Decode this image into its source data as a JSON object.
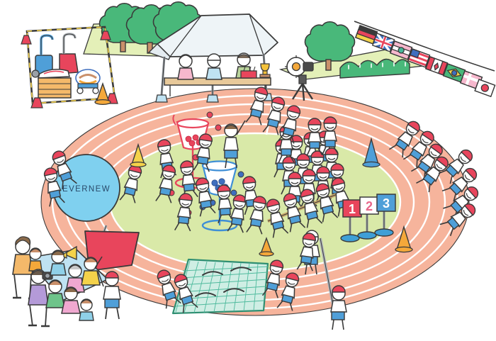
{
  "scene": {
    "title": "School Sports Day (Undokai) Illustration",
    "background_color": "#ffffff",
    "track_color": "#f6b49c",
    "track_line_color": "#ffffff",
    "infield_color": "#d9e9a8",
    "lawn_color": "#e4f0b8",
    "outline_color": "#3a3a3a"
  },
  "branding": {
    "ball_label": "EVERNEW",
    "ball_color": "#7fd0ef"
  },
  "rank_flags": [
    {
      "label": "1",
      "flag_color": "#e8455c",
      "text_color": "#ffffff",
      "pole_color": "#9aa0a6",
      "base_color": "#3f9fd6"
    },
    {
      "label": "2",
      "flag_color": "#ffffff",
      "text_color": "#e8678a",
      "pole_color": "#9aa0a6",
      "base_color": "#3f9fd6"
    },
    {
      "label": "3",
      "flag_color": "#4f9fd8",
      "text_color": "#ffffff",
      "pole_color": "#9aa0a6",
      "base_color": "#3f9fd6"
    }
  ],
  "bunting": {
    "name": "international-flag-bunting",
    "flags": [
      {
        "country": "Germany",
        "colors": [
          "#3a3a3a",
          "#e8455c",
          "#f4d24a"
        ]
      },
      {
        "country": "United Kingdom",
        "colors": [
          "#3f6fbf",
          "#ffffff",
          "#e8455c"
        ]
      },
      {
        "country": "India",
        "colors": [
          "#f6b8cd",
          "#ffffff",
          "#49b89a"
        ]
      },
      {
        "country": "United States",
        "colors": [
          "#e8455c",
          "#ffffff",
          "#3f6fbf"
        ]
      },
      {
        "country": "Canada",
        "colors": [
          "#ffffff",
          "#e8455c"
        ]
      },
      {
        "country": "Brazil",
        "colors": [
          "#49b87a",
          "#f4d24a",
          "#3f6fbf"
        ]
      },
      {
        "country": "Greece",
        "colors": [
          "#f6b8cd",
          "#ffffff"
        ]
      },
      {
        "country": "Japan",
        "colors": [
          "#ffffff",
          "#e8455c"
        ]
      }
    ]
  },
  "tent": {
    "name": "judges-tent",
    "canopy_color": "#eef4f7",
    "table_color": "#e8c99a",
    "staff_count": 3,
    "items_on_table": [
      "trophy",
      "medal-box",
      "ribbons"
    ]
  },
  "equipment_area": {
    "name": "equipment-storage",
    "items": [
      "line-marker-blue",
      "line-marker-red",
      "vaulting-box",
      "equipment-cart"
    ],
    "tape_color": "#f4d24a",
    "cone_color": "#e8455c"
  },
  "ball_toss": {
    "name": "tamaire-game",
    "baskets": [
      {
        "team": "red",
        "color": "#e8455c",
        "ball_color": "#e8455c"
      },
      {
        "team": "blue",
        "color": "#3f8fd6",
        "ball_color": "#3f6fbf"
      }
    ]
  },
  "tug_of_war": {
    "name": "tug-of-war",
    "rope_color": "#c9a86a",
    "participants": 5
  },
  "net": {
    "name": "ground-net",
    "color": "#bfe6d8",
    "mesh_color": "#49b89a"
  },
  "camera": {
    "name": "tripod-camera",
    "body_color": "#4a4a4a",
    "lens_color": "#f4a83a"
  },
  "red_flag": {
    "name": "team-flag-red",
    "color": "#e8455c",
    "pole_color": "#b0b6bb"
  },
  "picnic_sheet": {
    "name": "picnic-sheet",
    "color": "#bfe2f2"
  },
  "megaphone": {
    "name": "megaphone",
    "color": "#f4d24a"
  },
  "cones": [
    {
      "name": "cone-orange-left",
      "color": "#f4a83a"
    },
    {
      "name": "cone-yellow-infield",
      "color": "#f4d24a"
    },
    {
      "name": "cone-blue-right",
      "color": "#4f9fd8"
    },
    {
      "name": "cone-orange-lower",
      "color": "#f4a83a"
    }
  ],
  "trees": {
    "count": 4,
    "foliage_color": "#49b87a",
    "trunk_color": "#c98f6a"
  },
  "hedge": {
    "color": "#49b87a"
  },
  "finish_tape": {
    "name": "finish-tape",
    "color": "#a8a8a8"
  },
  "crowd": {
    "waiting_children": 18,
    "spectators": 12
  },
  "caps": {
    "red": "#e8455c",
    "white": "#ffffff"
  },
  "uniform": {
    "shirt": "#ffffff",
    "shorts_blue": "#4f9fd8",
    "shorts_pink": "#e8678a"
  }
}
